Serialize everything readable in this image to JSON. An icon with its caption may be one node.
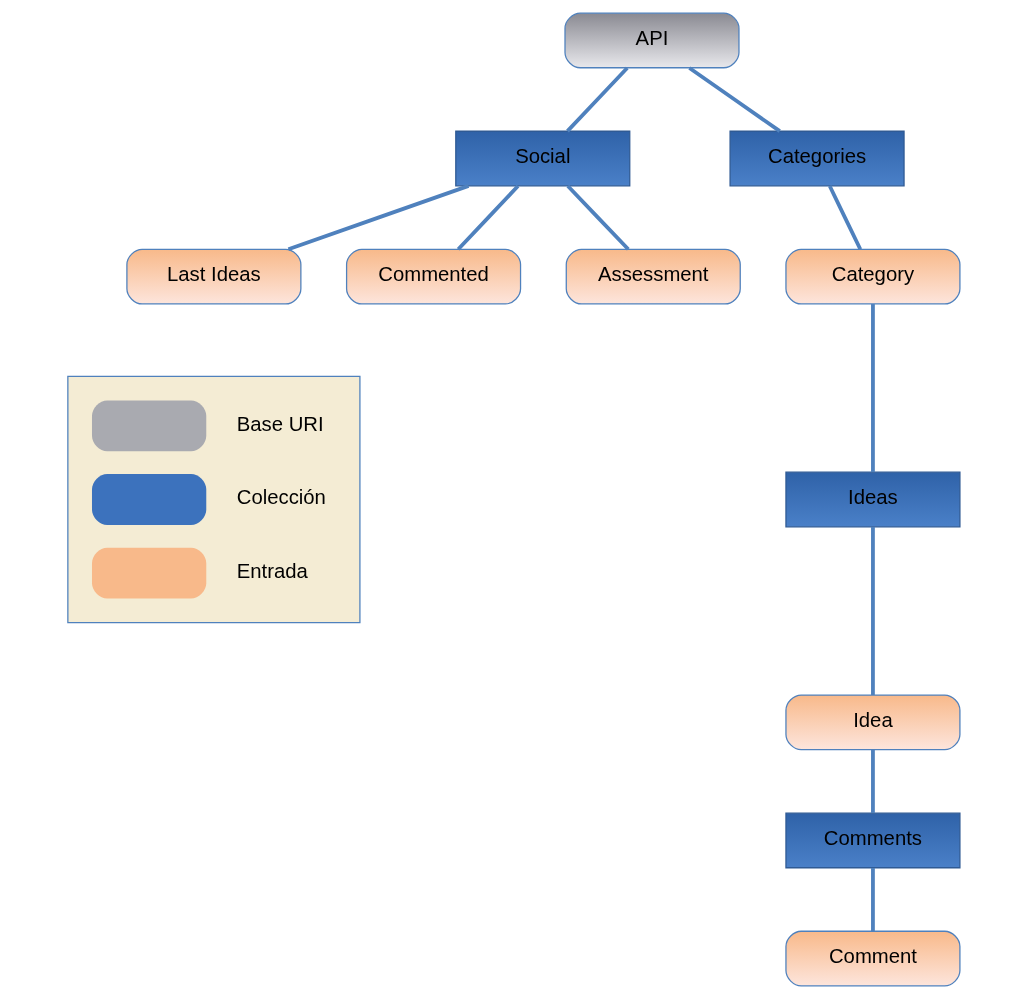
{
  "diagram": {
    "nodes": [
      {
        "text": [
          "API"
        ]
      },
      {
        "text": [
          "Social"
        ]
      },
      {
        "text": [
          "Categories"
        ]
      },
      {
        "text": [
          "Last Ideas"
        ]
      },
      {
        "text": [
          "Commented"
        ]
      },
      {
        "text": [
          "Assessment"
        ]
      },
      {
        "text": [
          "Category"
        ]
      },
      {
        "text": [
          "Ideas"
        ]
      },
      {
        "text": [
          "Idea"
        ]
      },
      {
        "text": [
          "Comments"
        ]
      },
      {
        "text": [
          "Comment"
        ]
      }
    ],
    "edges": [
      {
        "from": 0,
        "to": 1,
        "arrow": "none"
      },
      {
        "from": 0,
        "to": 2,
        "arrow": "none"
      },
      {
        "from": 1,
        "to": 3,
        "arrow": "none"
      },
      {
        "from": 1,
        "to": 4,
        "arrow": "none"
      },
      {
        "from": 1,
        "to": 5,
        "arrow": "none"
      },
      {
        "from": 2,
        "to": 6,
        "arrow": "none"
      },
      {
        "from": 6,
        "to": 7,
        "arrow": "none"
      },
      {
        "from": 7,
        "to": 8,
        "arrow": "none"
      },
      {
        "from": 8,
        "to": 9,
        "arrow": "none"
      },
      {
        "from": 9,
        "to": 10,
        "arrow": "none"
      }
    ],
    "legend": [
      {
        "text": "Base URI",
        "color": "#a9aab0"
      },
      {
        "text": "Colección",
        "color": "#3c72bd"
      },
      {
        "text": "Entrada",
        "color": "#f8b98a"
      }
    ]
  }
}
